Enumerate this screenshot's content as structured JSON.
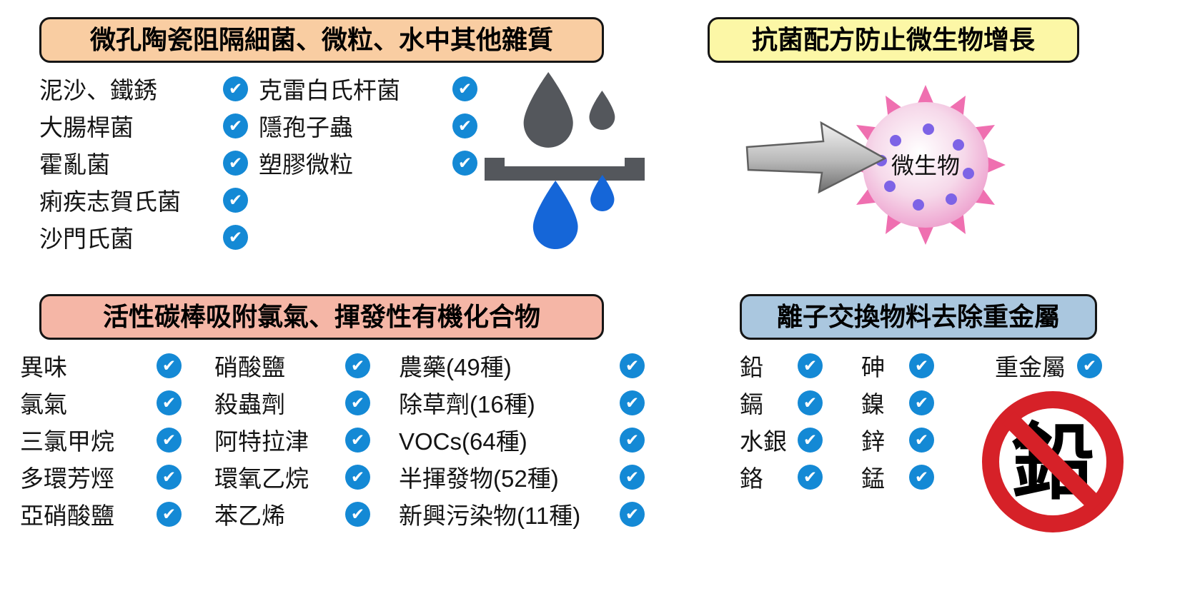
{
  "icons": {
    "check": "✔"
  },
  "colors": {
    "check_blue": "#1489d5",
    "drop_blue": "#1566d8",
    "drop_gray": "#54575c",
    "header_ceramic_bg": "#f9cda2",
    "header_antibacterial_bg": "#fcf7a6",
    "header_carbon_bg": "#f5b6a6",
    "header_ion_bg": "#aac7df",
    "microbe_spike_pink": "#ef6fb0",
    "microbe_dot_purple": "#7d63e6",
    "prohibition_red": "#d62128",
    "text": "#141414"
  },
  "panels": {
    "ceramic": {
      "title": "微孔陶瓷阻隔細菌、微粒、水中其他雜質",
      "col1": [
        "泥沙、鐵銹",
        "大腸桿菌",
        "霍亂菌",
        "痢疾志賀氏菌",
        "沙門氏菌"
      ],
      "col2": [
        "克雷白氏杆菌",
        "隱孢子蟲",
        "塑膠微粒"
      ]
    },
    "antibacterial": {
      "title": "抗菌配方防止微生物增長",
      "microbe_label": "微生物"
    },
    "carbon": {
      "title": "活性碳棒吸附氯氣、揮發性有機化合物",
      "col1": [
        "異味",
        "氯氣",
        "三氯甲烷",
        "多環芳烴",
        "亞硝酸鹽"
      ],
      "col2": [
        "硝酸鹽",
        "殺蟲劑",
        "阿特拉津",
        "環氧乙烷",
        "苯乙烯"
      ],
      "col3": [
        "農藥(49種)",
        "除草劑(16種)",
        "VOCs(64種)",
        "半揮發物(52種)",
        "新興污染物(11種)"
      ]
    },
    "ion": {
      "title": "離子交換物料去除重金屬",
      "col1": [
        "鉛",
        "鎘",
        "水銀",
        "鉻"
      ],
      "col2": [
        "砷",
        "鎳",
        "鋅",
        "錳"
      ],
      "col3": [
        "重金屬"
      ],
      "prohibited": "鉛"
    }
  }
}
